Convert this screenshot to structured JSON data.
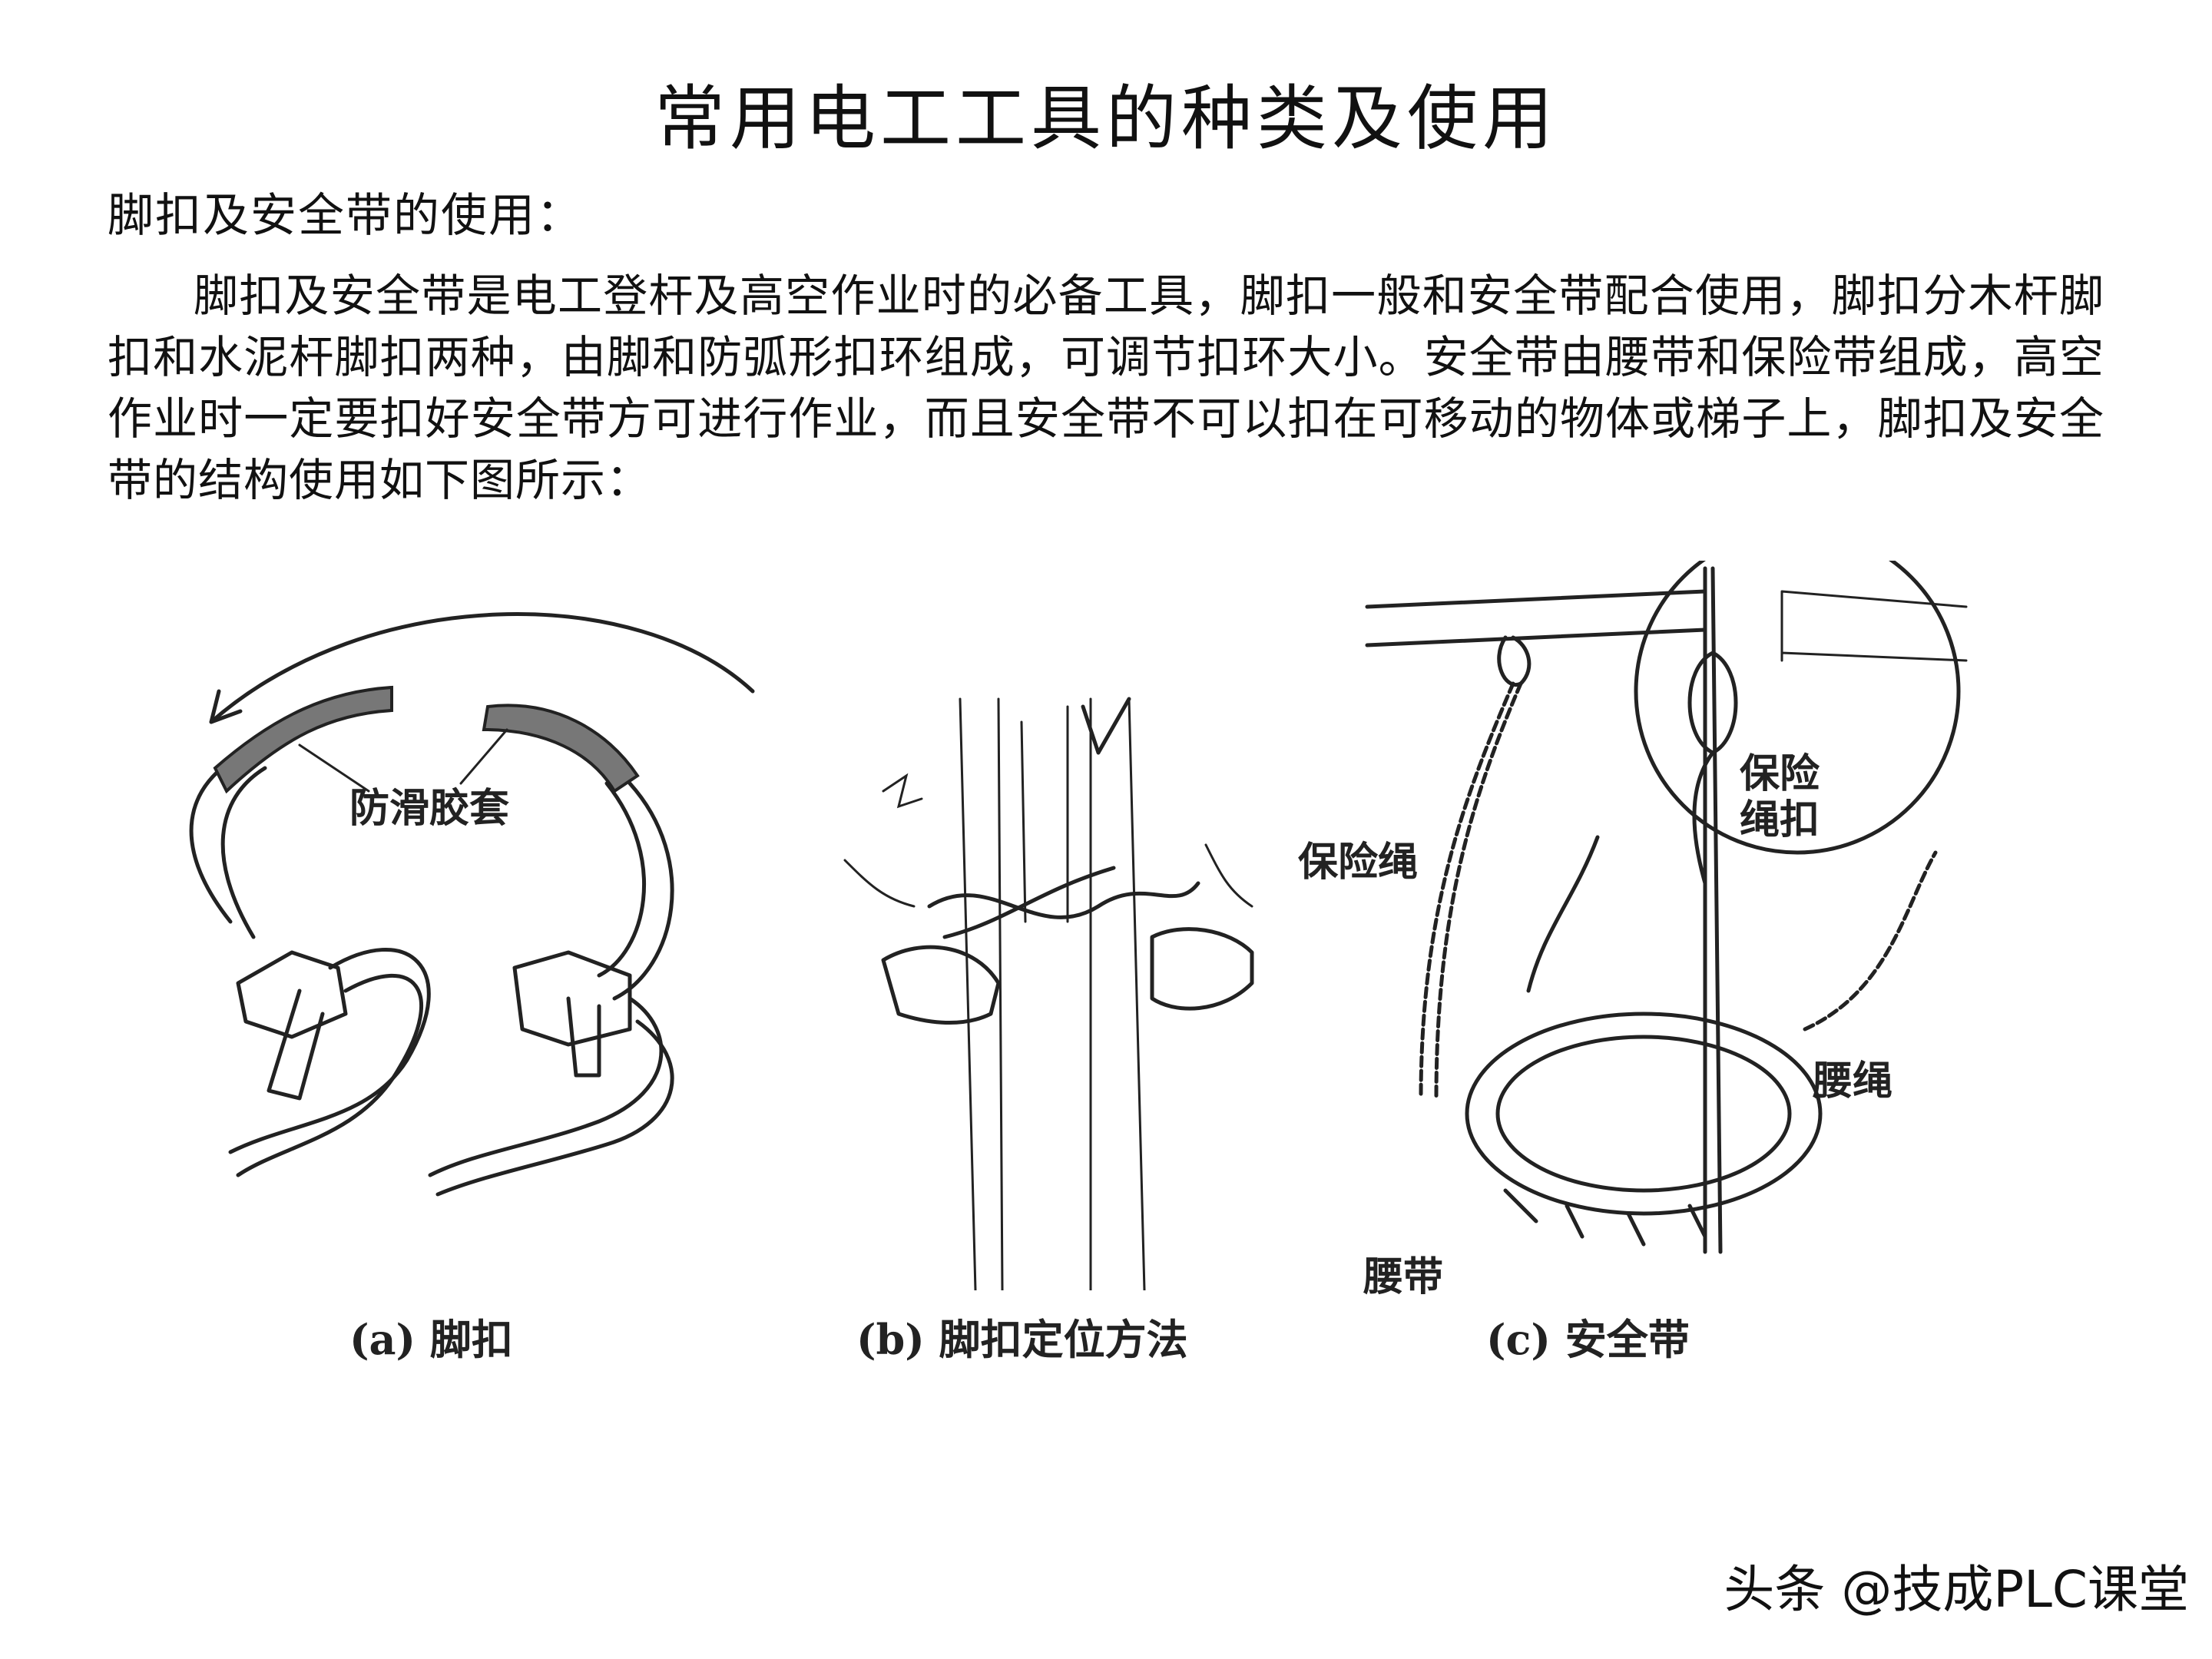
{
  "title": "常用电工工具的种类及使用",
  "subhead": "脚扣及安全带的使用：",
  "paragraph": "脚扣及安全带是电工登杆及高空作业时的必备工具，脚扣一般和安全带配合使用，脚扣分木杆脚扣和水泥杆脚扣两种，由脚和防弧形扣环组成，可调节扣环大小。安全带由腰带和保险带组成，高空作业时一定要扣好安全带方可进行作业，而且安全带不可以扣在可移动的物体或梯子上，脚扣及安全带的结构使用如下图所示：",
  "figures": {
    "a": {
      "label_antislip": "防滑胶套",
      "caption": "(a) 脚扣"
    },
    "b": {
      "caption": "(b) 脚扣定位方法"
    },
    "c": {
      "label_safety_rope": "保险绳",
      "label_buckle_line1": "保险",
      "label_buckle_line2": "绳扣",
      "label_waist_rope": "腰绳",
      "label_waist_belt": "腰带",
      "caption": "(c) 安全带"
    }
  },
  "watermark": "头条 @技成PLC课堂"
}
